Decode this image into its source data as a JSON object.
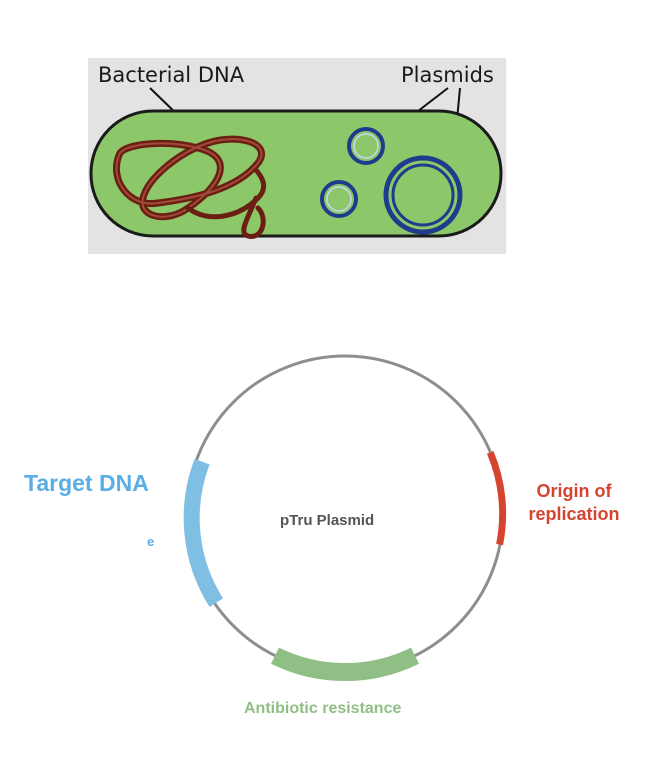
{
  "top_figure": {
    "label_bacterial": "Bacterial DNA",
    "label_plasmids": "Plasmids",
    "colors": {
      "panel_bg": "#e3e3e3",
      "cell_fill": "#8cc76a",
      "cell_outline": "#1a1a1a",
      "dna": "#6b1e12",
      "plasmid_ring": "#1f3b8c"
    }
  },
  "plasmid_map": {
    "center_label": "pTru Plasmid",
    "target_label": "Target DNA",
    "stray_mark": "e",
    "origin_label_line1": "Origin of",
    "origin_label_line2": "replication",
    "antibiotic_label": "Antibiotic resistance",
    "colors": {
      "ring": "#8e8e8e",
      "target": "#7fbfe4",
      "origin": "#d5442e",
      "antibiotic": "#8fbf84"
    }
  }
}
